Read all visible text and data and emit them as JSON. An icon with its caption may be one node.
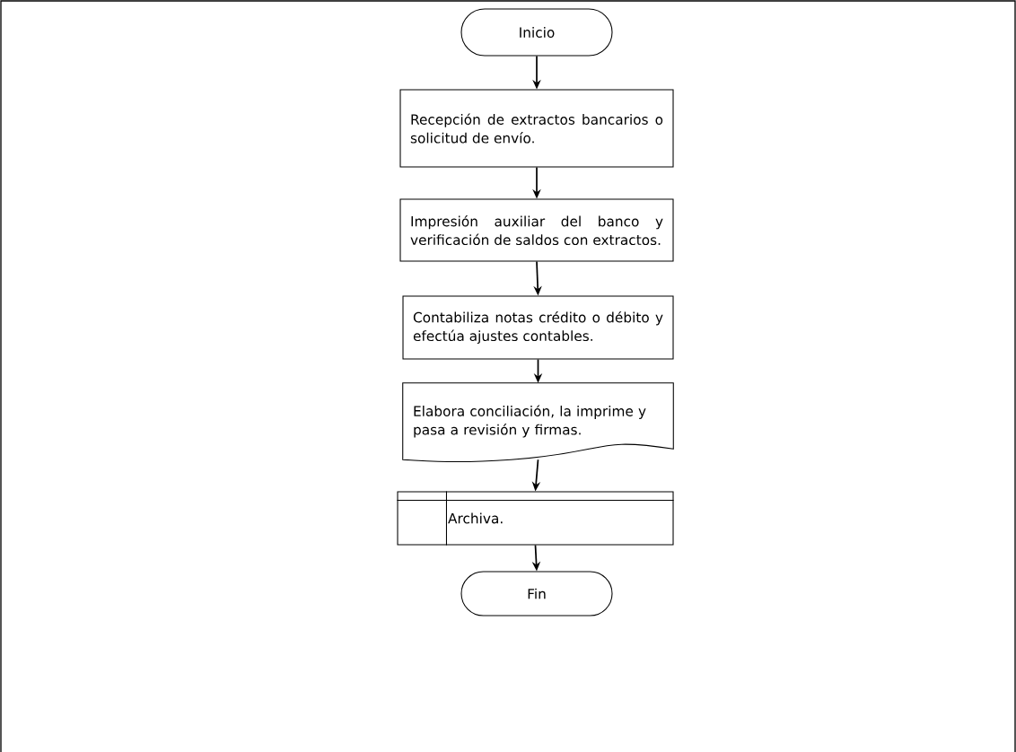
{
  "diagram": {
    "nodes": [
      {
        "text": [
          "Inicio"
        ]
      },
      {
        "text": [
          "Recepción de extractos bancarios o solicitud de envío."
        ]
      },
      {
        "text": [
          "Impresión auxiliar del banco y verificación de saldos con extractos."
        ]
      },
      {
        "text": [
          "Contabiliza notas crédito o débito y efectúa ajustes contables."
        ]
      },
      {
        "text": [
          "Elabora conciliación, la imprime y pasa a revisión y firmas."
        ]
      },
      {
        "text": [
          "Archiva."
        ]
      },
      {
        "text": [
          "Fin"
        ]
      }
    ],
    "edges": [
      {
        "from": 0,
        "to": 1,
        "arrow": "to"
      },
      {
        "from": 1,
        "to": 2,
        "arrow": "to"
      },
      {
        "from": 2,
        "to": 3,
        "arrow": "to"
      },
      {
        "from": 3,
        "to": 4,
        "arrow": "to"
      },
      {
        "from": 4,
        "to": 5,
        "arrow": "to"
      },
      {
        "from": 5,
        "to": 6,
        "arrow": "to"
      }
    ]
  }
}
